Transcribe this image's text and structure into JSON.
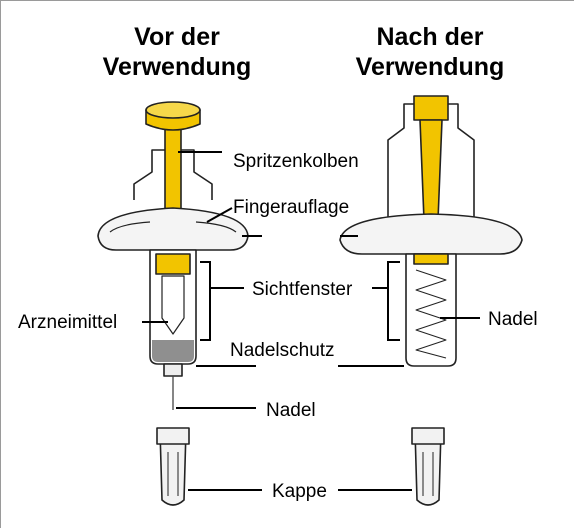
{
  "headings": {
    "before": [
      "Vor der",
      "Verwendung"
    ],
    "after": [
      "Nach der",
      "Verwendung"
    ]
  },
  "labels": {
    "plunger": "Spritzenkolben",
    "finger_flange": "Fingerauflage",
    "viewing_window": "Sichtfenster",
    "medicine": "Arzneimittel",
    "needle_guard": "Nadelschutz",
    "needle_left": "Nadel",
    "needle_right": "Nadel",
    "cap": "Kappe"
  },
  "colors": {
    "accent_yellow": "#f2c400",
    "outline": "#222222",
    "medicine_gray": "#8f8f8f"
  }
}
